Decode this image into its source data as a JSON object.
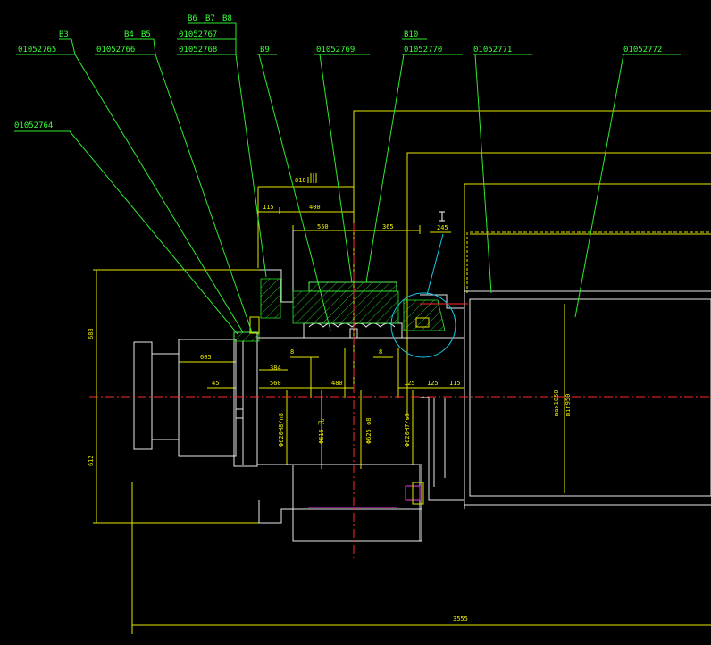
{
  "drawing": {
    "background": "#000000",
    "colors": {
      "leader": "#2eea2e",
      "outline": "#e8e8e8",
      "dimension": "#e6e600",
      "centerline": "#ff2a2a",
      "detail_circle": "#19c8e6",
      "seal": "#e83ce8"
    },
    "part_labels": {
      "b3": "B3",
      "b4": "B4",
      "b5": "B5",
      "b6": "B6",
      "b7": "B7",
      "b8": "B8",
      "b9": "B9",
      "b10": "B10",
      "p764": "01052764",
      "p765": "01052765",
      "p766": "01052766",
      "p767": "01052767",
      "p768": "01052768",
      "p769": "01052769",
      "p770": "01052770",
      "p771": "01052771",
      "p772": "01052772"
    },
    "dimensions": {
      "d818": "818",
      "d115a": "115",
      "d400": "400",
      "d550": "550",
      "d365": "365",
      "d245": "245",
      "d688": "688",
      "d612": "612",
      "d605": "605",
      "d384": "384",
      "d45": "45",
      "d560": "560",
      "d480": "480",
      "d8a": "8",
      "d8b": "8",
      "d125a": "125",
      "d125b": "125",
      "d115b": "115",
      "d3555": "3555",
      "v_max": "max1050",
      "v_min": "min950",
      "v_a": "Φ620H8/n8",
      "v_b": "Φ615 孔",
      "v_c": "Φ625 o8",
      "v_d": "Φ620H7/s5"
    }
  }
}
